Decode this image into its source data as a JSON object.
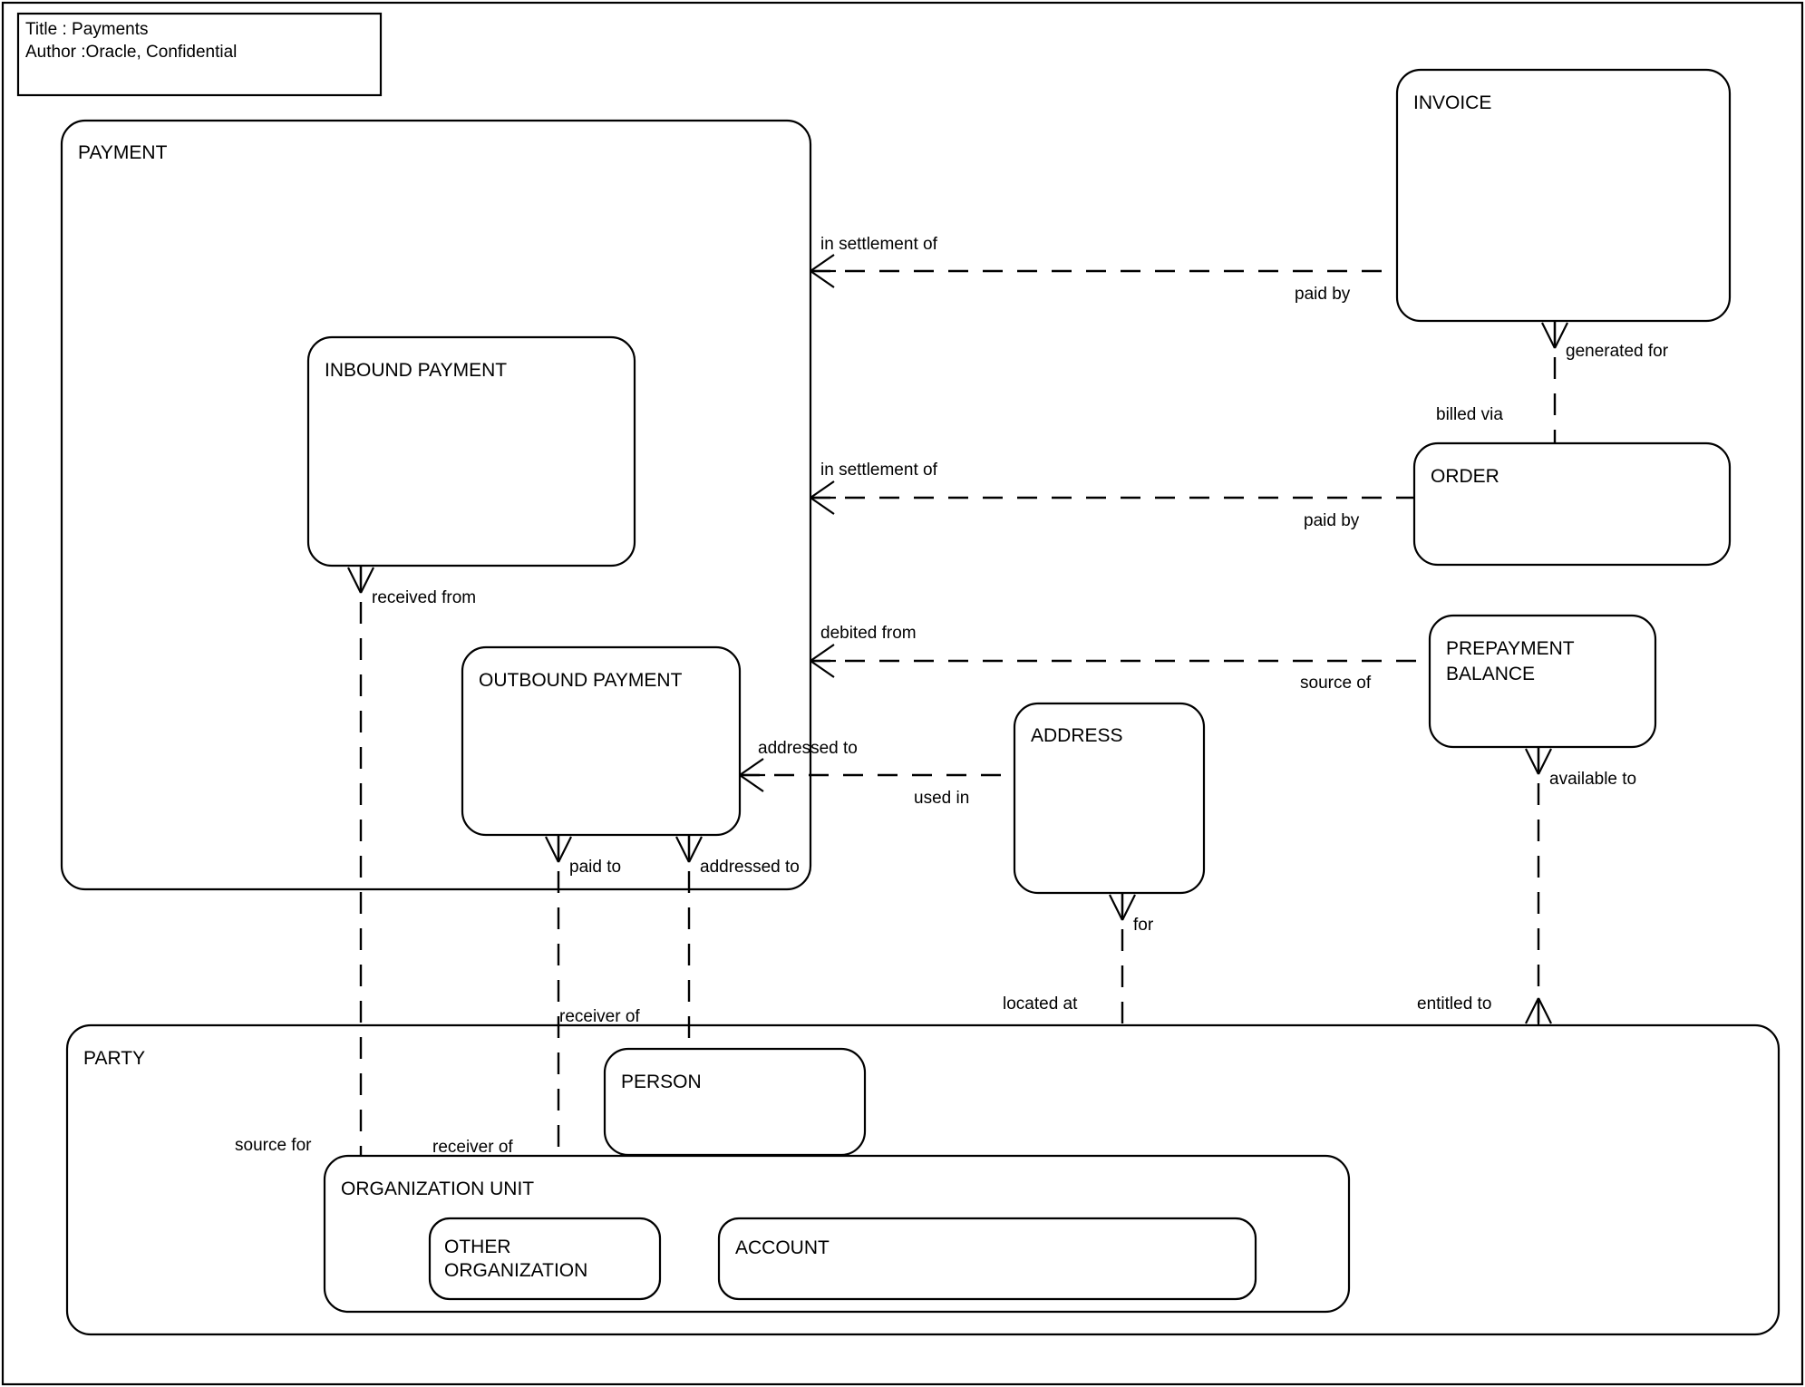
{
  "title_block": {
    "line1": "Title : Payments",
    "line2": "Author :Oracle, Confidential"
  },
  "diagram": {
    "type": "entity-relationship-diagram",
    "notation": "Oracle Barker (crow's foot)",
    "entities": [
      {
        "id": "payment",
        "label": "PAYMENT",
        "kind": "supertype-container"
      },
      {
        "id": "inbound_payment",
        "label": "INBOUND PAYMENT",
        "kind": "subtype",
        "parent": "payment"
      },
      {
        "id": "outbound_payment",
        "label": "OUTBOUND PAYMENT",
        "kind": "subtype",
        "parent": "payment"
      },
      {
        "id": "invoice",
        "label": "INVOICE",
        "kind": "entity"
      },
      {
        "id": "order",
        "label": "ORDER",
        "kind": "entity"
      },
      {
        "id": "prepayment_balance",
        "label": "PREPAYMENT BALANCE",
        "label_line1": "PREPAYMENT",
        "label_line2": "BALANCE",
        "kind": "entity"
      },
      {
        "id": "address",
        "label": "ADDRESS",
        "kind": "entity"
      },
      {
        "id": "party",
        "label": "PARTY",
        "kind": "supertype-container"
      },
      {
        "id": "person",
        "label": "PERSON",
        "kind": "subtype",
        "parent": "party"
      },
      {
        "id": "organization_unit",
        "label": "ORGANIZATION UNIT",
        "kind": "subtype-container",
        "parent": "party"
      },
      {
        "id": "other_organization",
        "label": "OTHER ORGANIZATION",
        "label_line1": "OTHER",
        "label_line2": "ORGANIZATION",
        "kind": "subtype",
        "parent": "organization_unit"
      },
      {
        "id": "account",
        "label": "ACCOUNT",
        "kind": "subtype",
        "parent": "organization_unit"
      }
    ],
    "relationships": [
      {
        "id": "r1",
        "from": "payment",
        "to": "invoice",
        "from_label": "in settlement of",
        "to_label": "paid by",
        "style": "dashed"
      },
      {
        "id": "r2",
        "from": "payment",
        "to": "order",
        "from_label": "in settlement of",
        "to_label": "paid by",
        "style": "dashed"
      },
      {
        "id": "r3",
        "from": "payment",
        "to": "prepayment_balance",
        "from_label": "debited from",
        "to_label": "source of",
        "style": "dashed"
      },
      {
        "id": "r4",
        "from": "invoice",
        "to": "order",
        "from_label": "generated for",
        "to_label": "billed via",
        "style": "dashed"
      },
      {
        "id": "r5",
        "from": "inbound_payment",
        "to": "organization_unit",
        "from_label": "received from",
        "to_label": "source for",
        "style": "dashed"
      },
      {
        "id": "r6",
        "from": "outbound_payment",
        "to": "address",
        "from_label": "addressed to",
        "to_label": "used in",
        "style": "dashed"
      },
      {
        "id": "r7",
        "from": "outbound_payment",
        "to": "organization_unit",
        "from_label": "paid to",
        "to_label": "receiver of",
        "style": "dashed"
      },
      {
        "id": "r8",
        "from": "outbound_payment",
        "to": "person",
        "from_label": "addressed to",
        "to_label": "receiver of",
        "style": "dashed"
      },
      {
        "id": "r9",
        "from": "address",
        "to": "party",
        "from_label": "for",
        "to_label": "located at",
        "style": "dashed"
      },
      {
        "id": "r10",
        "from": "prepayment_balance",
        "to": "party",
        "from_label": "available to",
        "to_label": "entitled to",
        "style": "dashed"
      }
    ],
    "labels": {
      "in_settlement_of": "in settlement of",
      "paid_by": "paid by",
      "generated_for": "generated for",
      "billed_via": "billed via",
      "debited_from": "debited from",
      "source_of": "source of",
      "received_from": "received from",
      "addressed_to": "addressed to",
      "used_in": "used in",
      "paid_to": "paid to",
      "receiver_of": "receiver of",
      "for": "for",
      "located_at": "located at",
      "available_to": "available to",
      "entitled_to": "entitled to",
      "source_for": "source for"
    }
  },
  "colors": {
    "stroke": "#000000",
    "background": "#ffffff"
  }
}
